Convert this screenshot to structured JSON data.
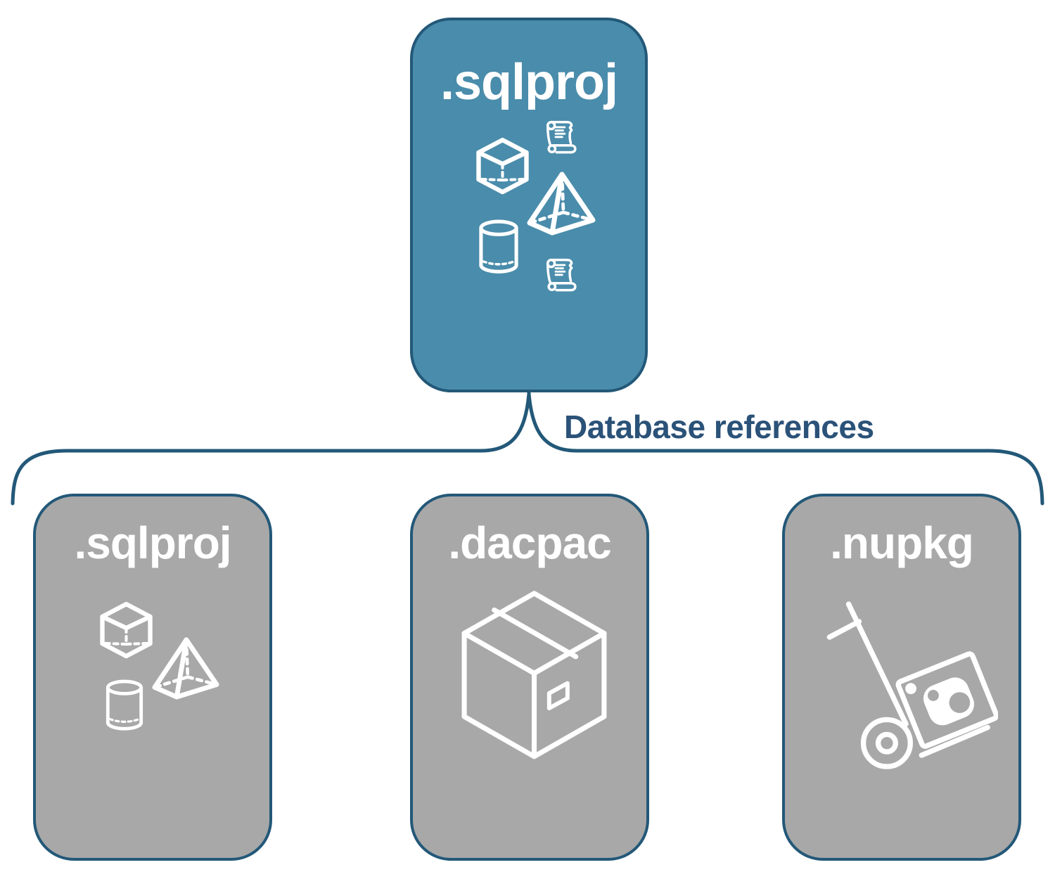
{
  "colors": {
    "background": "#FFFFFF",
    "accent-blue": "#4A8CAB",
    "border-blue": "#235878",
    "label-blue": "#2B5278",
    "card-gray": "#A8A8A8",
    "icon-white": "#FFFFFF"
  },
  "connector": {
    "label": "Database references"
  },
  "root_card": {
    "label": ".sqlproj",
    "icons": [
      "cube-icon",
      "scroll-icon",
      "pyramid-icon",
      "cylinder-icon",
      "scroll-icon"
    ]
  },
  "child_cards": [
    {
      "label": ".sqlproj",
      "icons": [
        "cube-icon",
        "pyramid-icon",
        "cylinder-icon"
      ]
    },
    {
      "label": ".dacpac",
      "icons": [
        "package-box-icon"
      ]
    },
    {
      "label": ".nupkg",
      "icons": [
        "hand-truck-package-icon"
      ]
    }
  ]
}
